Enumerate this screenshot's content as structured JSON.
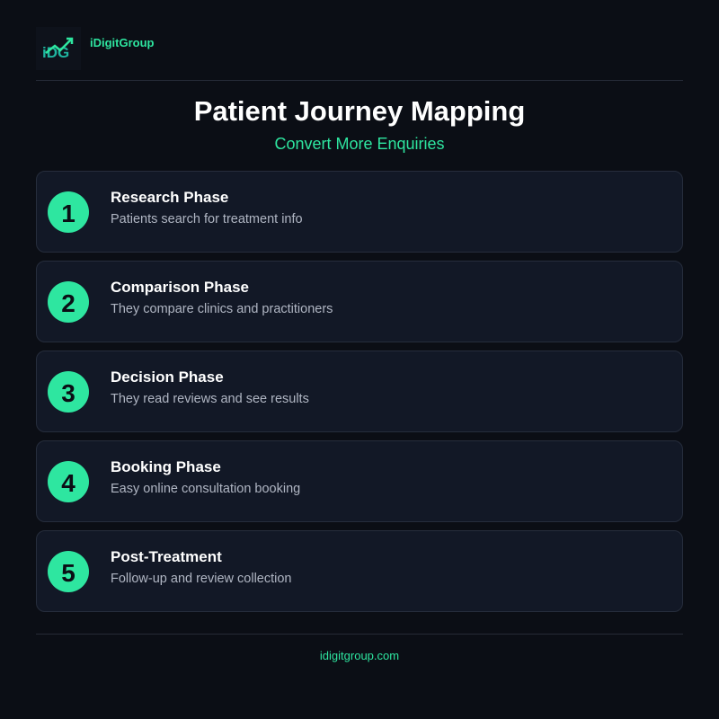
{
  "header": {
    "brand": "iDigitGroup",
    "logo_text": "iDG"
  },
  "title": "Patient Journey Mapping",
  "subtitle": "Convert More Enquiries",
  "steps": [
    {
      "number": "1",
      "title": "Research Phase",
      "description": "Patients search for treatment info"
    },
    {
      "number": "2",
      "title": "Comparison Phase",
      "description": "They compare clinics and practitioners"
    },
    {
      "number": "3",
      "title": "Decision Phase",
      "description": "They read reviews and see results"
    },
    {
      "number": "4",
      "title": "Booking Phase",
      "description": "Easy online consultation booking"
    },
    {
      "number": "5",
      "title": "Post-Treatment",
      "description": "Follow-up and review collection"
    }
  ],
  "footer": {
    "website": "idigitgroup.com"
  },
  "colors": {
    "accent": "#2ee6a0",
    "background": "#0b0e15",
    "card": "#121826"
  }
}
